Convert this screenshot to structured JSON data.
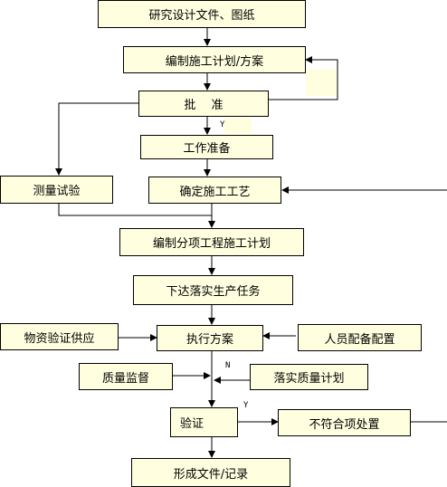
{
  "nodes": {
    "research": "研究设计文件、图纸",
    "compile_plan": "编制施工计划/方案",
    "approve": "批　 准",
    "work_prep": "工作准备",
    "survey": "测量试验",
    "determine_process": "确定施工工艺",
    "sub_plan": "编制分项工程施工计划",
    "assign": "下达落实生产任务",
    "material": "物资验证供应",
    "execute": "执行方案",
    "personnel": "人员配备配置",
    "quality_monitor": "质量监督",
    "quality_plan": "落实质量计划",
    "verify": "验证",
    "nonconform": "不符合项处置",
    "records": "形成文件/记录"
  },
  "labels": {
    "yes1": "Y",
    "no": "N",
    "yes2": "Y"
  },
  "colors": {
    "box_fill": "#ffffe0",
    "line": "#000000"
  }
}
